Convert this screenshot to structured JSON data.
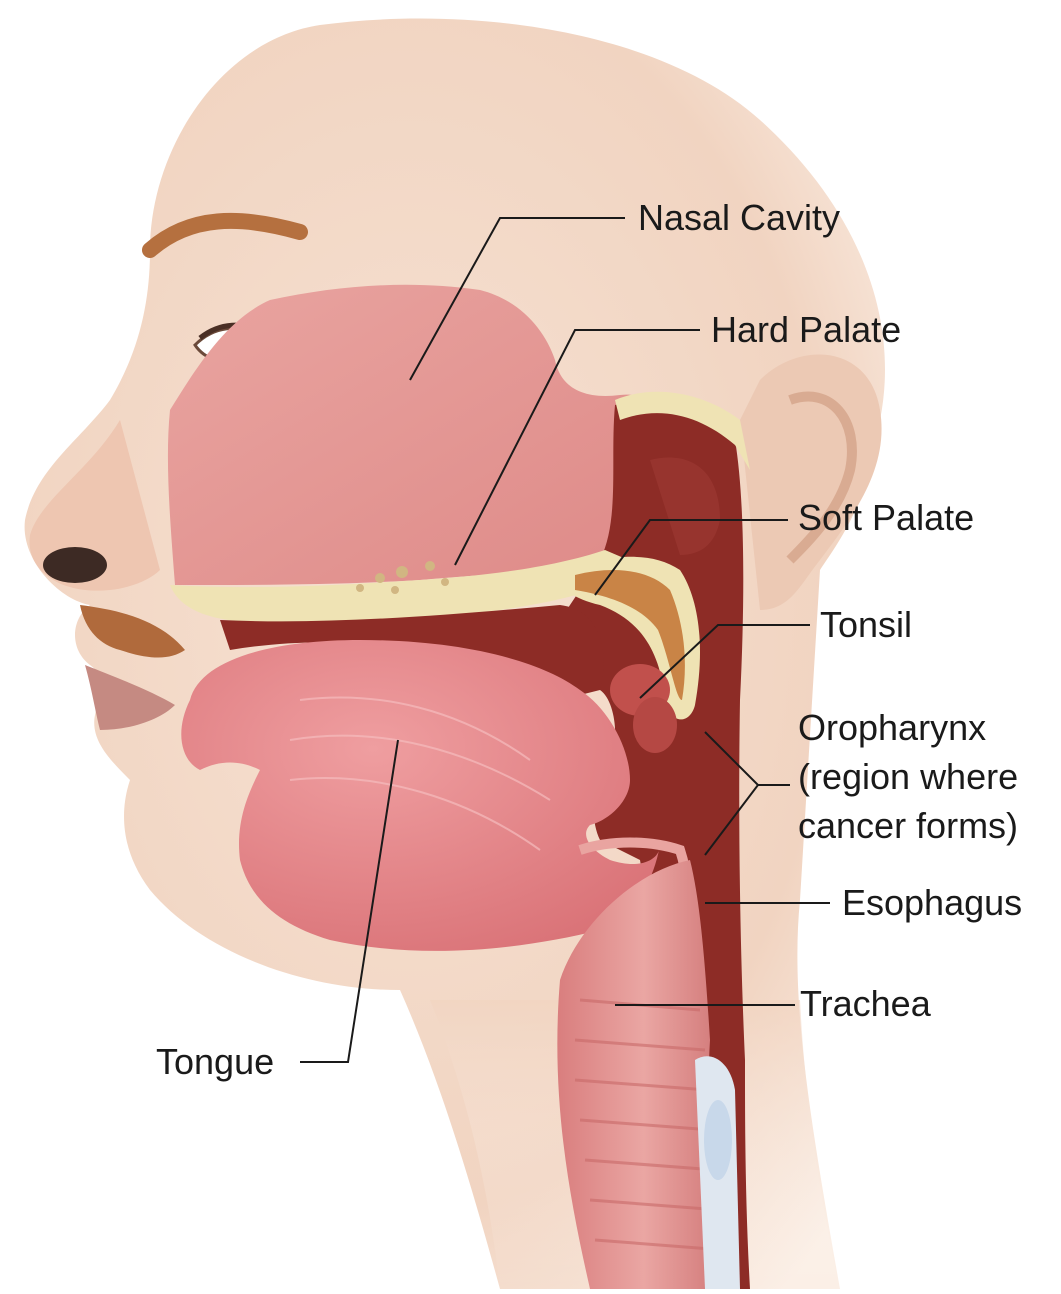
{
  "labels": {
    "nasal_cavity": "Nasal Cavity",
    "hard_palate": "Hard Palate",
    "soft_palate": "Soft Palate",
    "tonsil": "Tonsil",
    "oropharynx_line1": "Oropharynx",
    "oropharynx_line2": "(region where",
    "oropharynx_line3": "cancer forms)",
    "esophagus": "Esophagus",
    "trachea": "Trachea",
    "tongue": "Tongue"
  },
  "colors": {
    "skin": "#f3d9c8",
    "skin_shadow": "#e9c2ab",
    "nasal_tissue": "#e59a96",
    "mucosa": "#d9797a",
    "tongue": "#e27e82",
    "pharynx_dark": "#8a2a25",
    "bone": "#efe3b4",
    "soft_palate": "#c98446",
    "trachea": "#e49c9a",
    "cartilage": "#dfe7f0",
    "leader_line": "#1a1a1a"
  }
}
